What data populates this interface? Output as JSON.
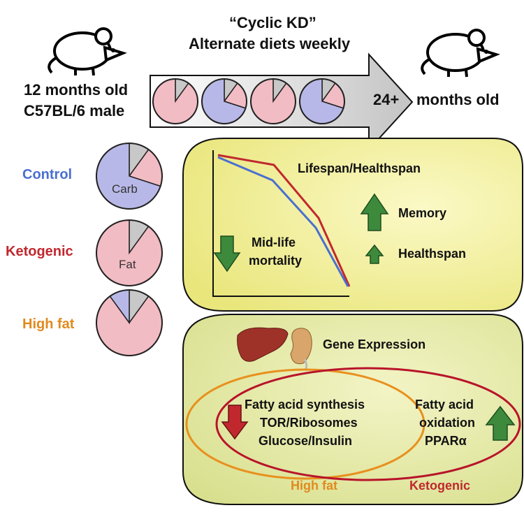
{
  "header": {
    "title_line1": "“Cyclic KD”",
    "title_line2": "Alternate diets weekly",
    "start_line1": "12 months old",
    "start_line2": "C57BL/6 male",
    "end_number": "24+",
    "end_label": "months old"
  },
  "diets": [
    {
      "name": "Control",
      "color": "#4a6fd0",
      "inner_label": "Carb"
    },
    {
      "name": "Ketogenic",
      "color": "#c0282e",
      "inner_label": "Fat"
    },
    {
      "name": "High fat",
      "color": "#e08a1e",
      "inner_label": ""
    }
  ],
  "lifespan_panel": {
    "title": "Lifespan/Healthspan",
    "mortality_line1": "Mid-life",
    "mortality_line2": "mortality",
    "memory": "Memory",
    "healthspan": "Healthspan"
  },
  "gene_panel": {
    "title": "Gene Expression",
    "center_line1": "Fatty acid synthesis",
    "center_line2": "TOR/Ribosomes",
    "center_line3": "Glucose/Insulin",
    "right_line1": "Fatty acid",
    "right_line2": "oxidation",
    "right_line3": "PPARα",
    "label_highfat": "High fat",
    "label_ketogenic": "Ketogenic"
  },
  "colors": {
    "carb": "#b8b8e8",
    "fat": "#f2bcc4",
    "protein": "#c8c8c8",
    "panel_yellow": "#f4f1a6",
    "panel_green": "#e9eda8",
    "arrow_green": "#3d8a3d",
    "arrow_red": "#c0282e",
    "survival_red": "#c0282e",
    "survival_blue": "#4a6fd0",
    "liver": "#9e3228",
    "kidney": "#d9a56a"
  },
  "icons": [
    "mouse-icon",
    "pie-chart-icon",
    "liver-icon",
    "kidney-icon",
    "up-arrow-icon",
    "down-arrow-icon"
  ]
}
